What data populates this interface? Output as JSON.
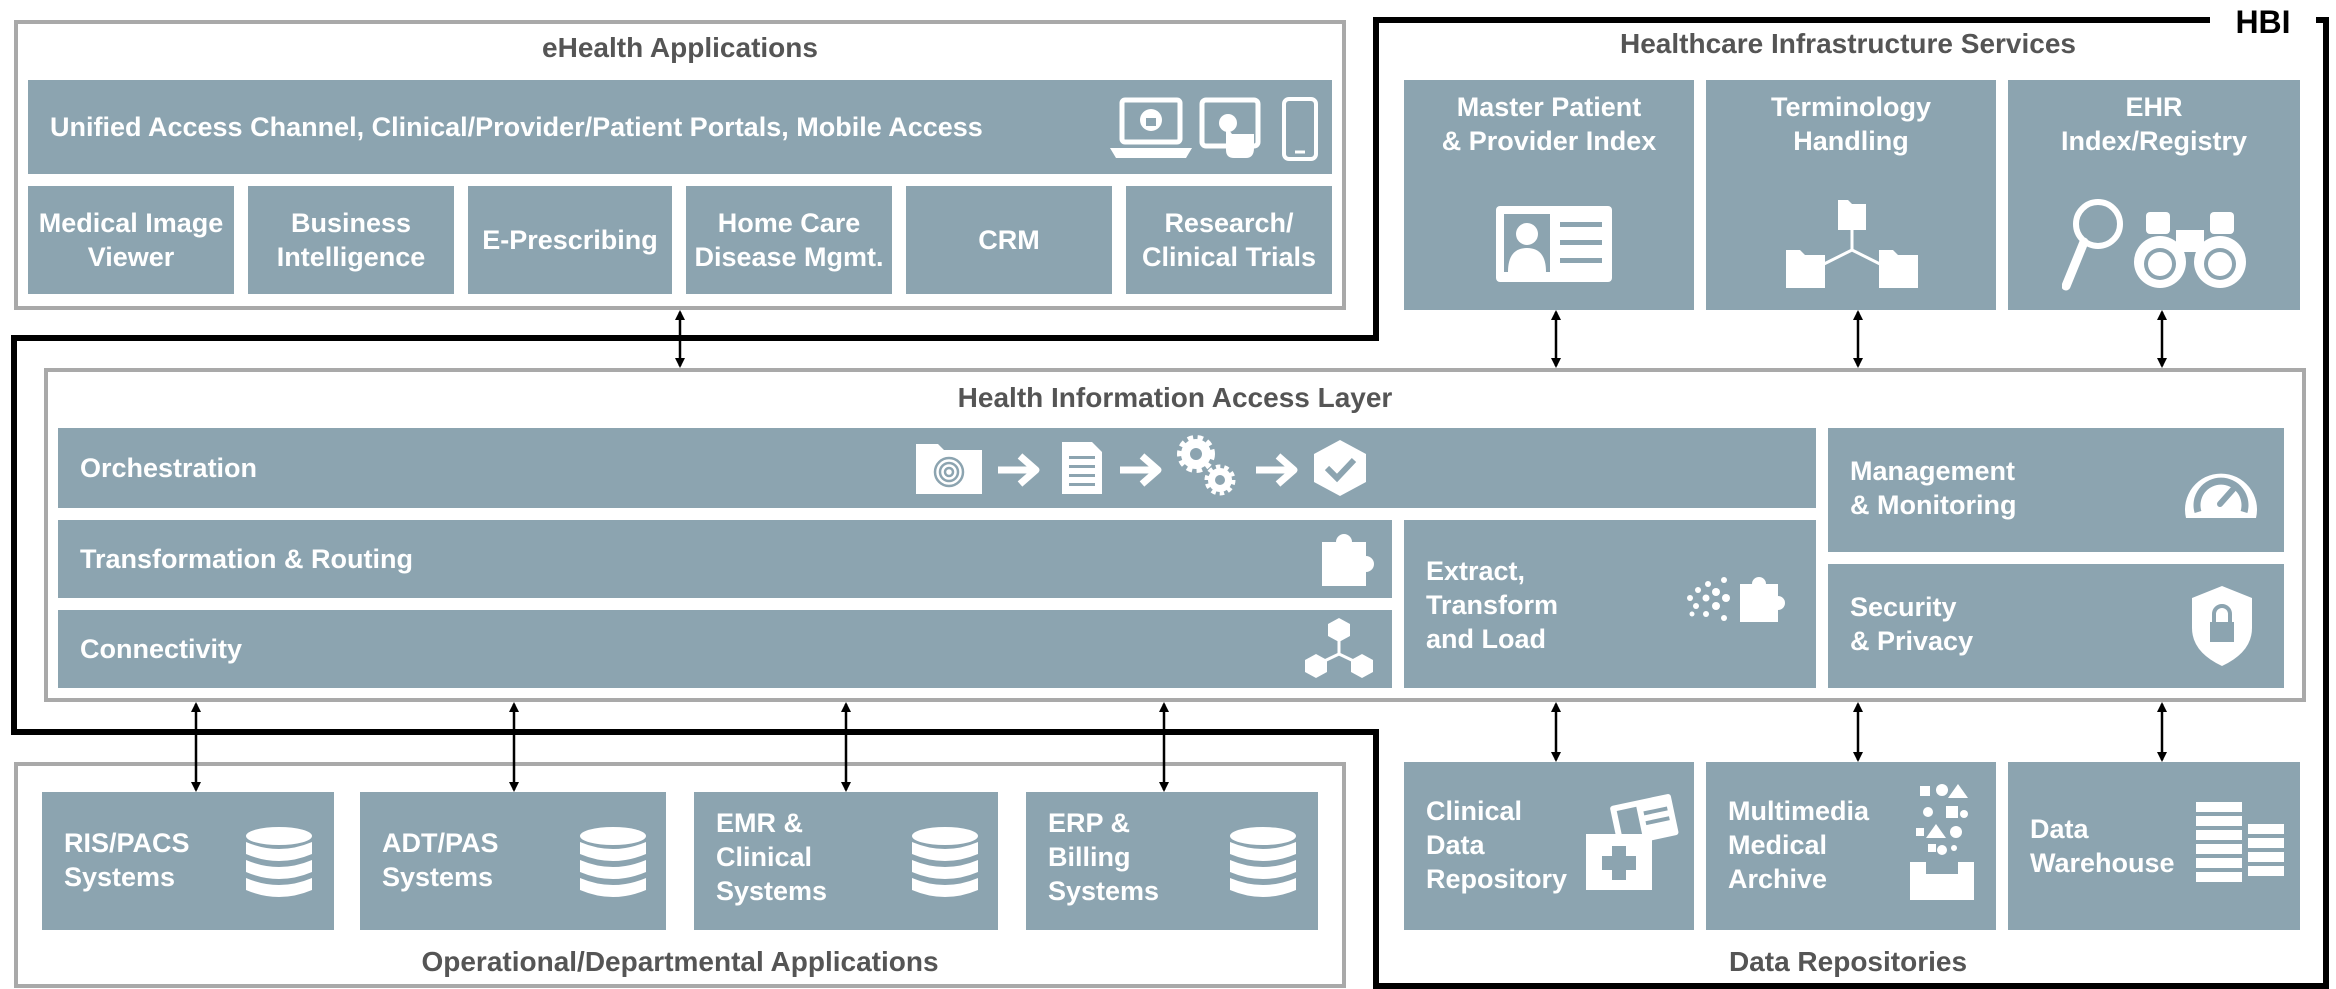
{
  "hbi_label": "HBI",
  "ehealth": {
    "title": "eHealth Applications",
    "unified_access": "Unified Access Channel, Clinical/Provider/Patient Portals, Mobile Access",
    "apps": [
      "Medical Image\nViewer",
      "Business\nIntelligence",
      "E-Prescribing",
      "Home Care\nDisease Mgmt.",
      "CRM",
      "Research/\nClinical Trials"
    ]
  },
  "infrastructure": {
    "title": "Healthcare Infrastructure Services",
    "services": [
      "Master Patient\n& Provider Index",
      "Terminology\nHandling",
      "EHR\nIndex/Registry"
    ]
  },
  "access_layer": {
    "title": "Health Information Access Layer",
    "orchestration": "Orchestration",
    "transformation": "Transformation & Routing",
    "connectivity": "Connectivity",
    "etl": "Extract,\nTransform\nand Load",
    "management": "Management\n& Monitoring",
    "security": "Security\n& Privacy"
  },
  "operational": {
    "title": "Operational/Departmental Applications",
    "systems": [
      "RIS/PACS\nSystems",
      "ADT/PAS\nSystems",
      "EMR &\nClinical\nSystems",
      "ERP &\nBilling\nSystems"
    ]
  },
  "repositories": {
    "title": "Data Repositories",
    "items": [
      "Clinical\nData\nRepository",
      "Multimedia\nMedical\nArchive",
      "Data\nWarehouse"
    ]
  },
  "colors": {
    "box": "#8ca4b0",
    "frame": "#a9a9a9",
    "title": "#555555",
    "hbi_line": "#000000"
  },
  "icons": [
    "laptop-lock-icon",
    "tablet-touch-icon",
    "smartphone-icon",
    "id-card-icon",
    "folder-hierarchy-icon",
    "magnifier-icon",
    "binoculars-icon",
    "fingerprint-folder-icon",
    "document-icon",
    "gears-icon",
    "shield-check-icon",
    "puzzle-icon",
    "network-icon",
    "puzzle-scatter-icon",
    "gauge-icon",
    "shield-lock-icon",
    "database-icon",
    "medical-card-icon",
    "archive-tray-icon",
    "server-rack-icon",
    "arrow-right-icon"
  ]
}
